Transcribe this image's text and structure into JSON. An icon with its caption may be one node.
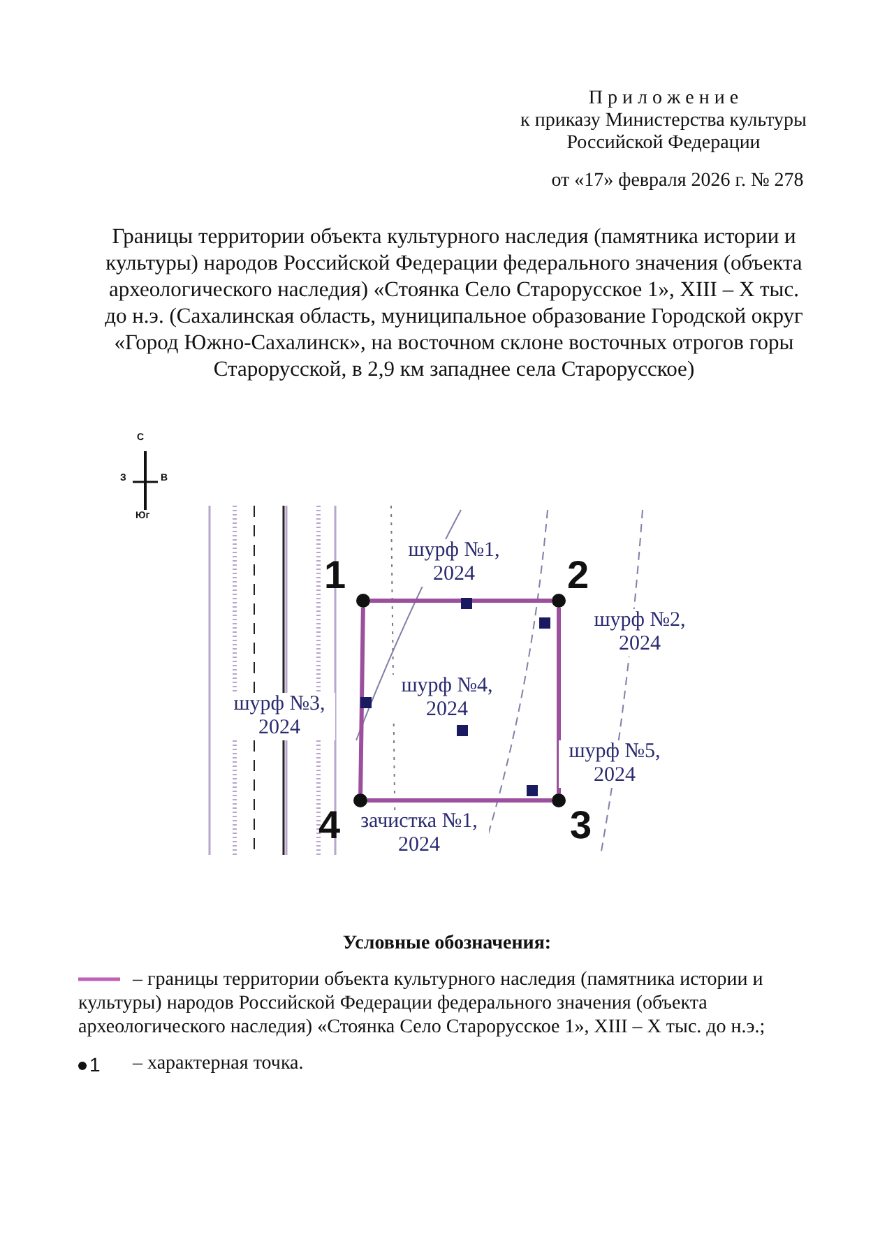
{
  "diagram": {
    "title": "Границы территории объекта культурного наследия (памятника истории и культуры) народов Российской Федерации федерального значения (объекта археологического наследия) «Стоянка Село Старорусское 1», XIII – X тыс. до н.э. (Сахалинская область, муниципальное образование Городской округ «Город Южно-Сахалинск», на восточном склоне восточных отрогов горы Старорусской, в 2,9 км западнее села Старорусское)",
    "nodes": [
      {
        "text": [
          "1"
        ]
      },
      {
        "text": [
          "2"
        ]
      },
      {
        "text": [
          "3"
        ]
      },
      {
        "text": [
          "4"
        ]
      }
    ],
    "edges": [
      {
        "from": 0,
        "to": 1,
        "arrow": "none",
        "color": "#9c4f9c"
      },
      {
        "from": 1,
        "to": 2,
        "arrow": "none",
        "color": "#9c4f9c"
      },
      {
        "from": 2,
        "to": 3,
        "arrow": "none",
        "color": "#9c4f9c"
      },
      {
        "from": 3,
        "to": 0,
        "arrow": "none",
        "color": "#9c4f9c"
      }
    ],
    "labels": [
      "П р и л о ж е н и е",
      "к приказу Министерства культуры Российской Федерации",
      "от «17» февраля 2026 г. № 278",
      "С",
      "З",
      "В",
      "Юг",
      "шурф №1, 2024",
      "шурф №2, 2024",
      "шурф №3, 2024",
      "шурф №4, 2024",
      "шурф №5, 2024",
      "зачистка №1, 2024",
      "Условные обозначения:",
      "1"
    ],
    "legend": [
      {
        "text": "– границы территории объекта культурного наследия (памятника истории и культуры) народов Российской Федерации федерального значения (объекта археологического наследия) «Стоянка Село Старорусское 1», XIII – X тыс. до н.э.;"
      },
      {
        "text": "– характерная точка."
      }
    ]
  }
}
